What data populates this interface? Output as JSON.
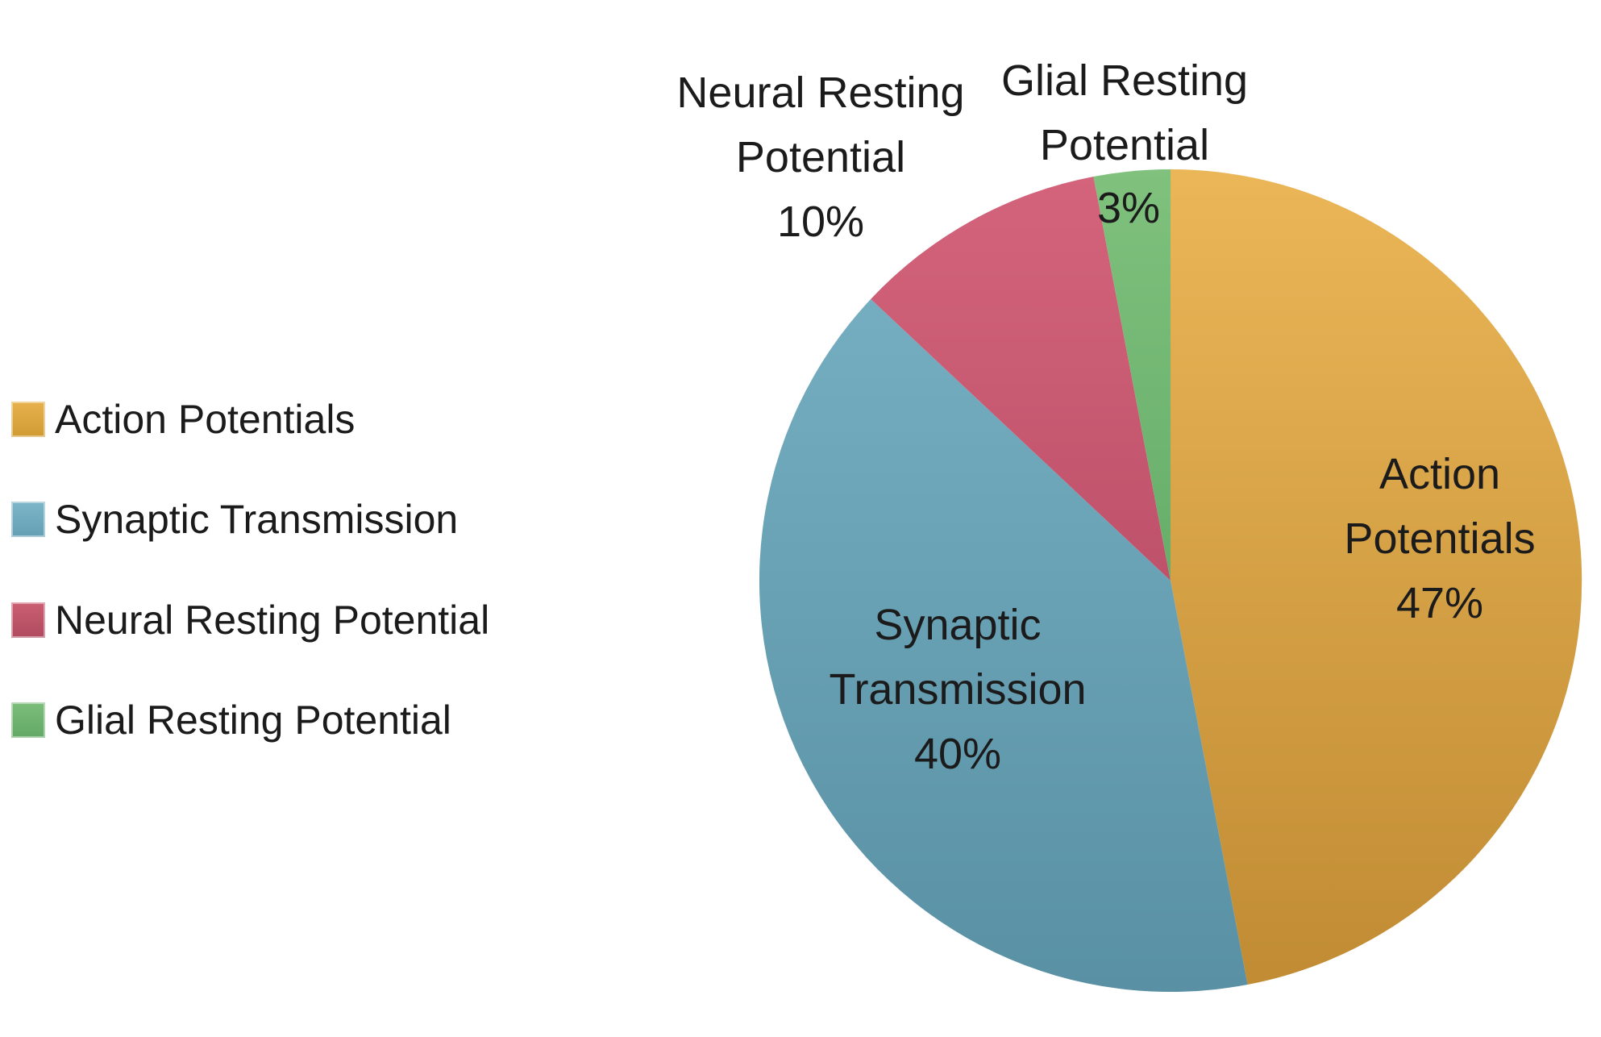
{
  "background": "#ffffff",
  "text_color": "#1b1b1b",
  "chart_data": {
    "type": "pie",
    "title": "",
    "categories": [
      "Action Potentials",
      "Synaptic Transmission",
      "Neural Resting Potential",
      "Glial Resting Potential"
    ],
    "values": [
      47,
      40,
      10,
      3
    ],
    "unit": "%",
    "start_angle_deg": 0,
    "direction": "clockwise",
    "legend_position": "left",
    "data_labels": "category name and percentage, inside for large slices, outside for small slices",
    "colors": [
      {
        "name": "gold",
        "top": "#EAB657",
        "bottom": "#C08B33"
      },
      {
        "name": "blue",
        "top": "#7AB3C6",
        "bottom": "#5990A4"
      },
      {
        "name": "rose",
        "top": "#D4647C",
        "bottom": "#A84058"
      },
      {
        "name": "green",
        "top": "#7FC17D",
        "bottom": "#4F9A58"
      }
    ]
  },
  "legend": {
    "items": [
      {
        "label": "Action Potentials",
        "color_top": "#E7B24E",
        "color_bottom": "#D09A33"
      },
      {
        "label": "Synaptic Transmission",
        "color_top": "#7DB6C8",
        "color_bottom": "#659FB4"
      },
      {
        "label": "Neural Resting Potential",
        "color_top": "#CB5F73",
        "color_bottom": "#B04A5E"
      },
      {
        "label": "Glial Resting Potential",
        "color_top": "#7CBD7A",
        "color_bottom": "#63A966"
      }
    ]
  },
  "callouts": {
    "action": {
      "line1": "Action",
      "line2": "Potentials",
      "line3": "47%"
    },
    "synaptic": {
      "line1": "Synaptic",
      "line2": "Transmission",
      "line3": "40%"
    },
    "neural": {
      "line1": "Neural Resting",
      "line2": "Potential",
      "line3": "10%"
    },
    "glial": {
      "line1": "Glial Resting",
      "line2": "Potential"
    },
    "glial_pct": "3%"
  }
}
